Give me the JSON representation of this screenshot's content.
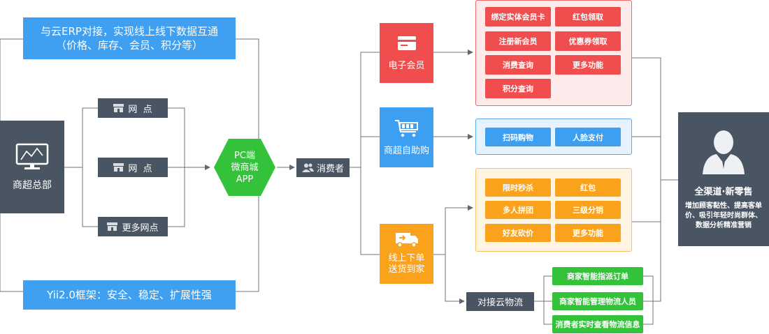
{
  "banners": {
    "erp_line1": "与云ERP对接，实现线上线下数据互通",
    "erp_line2": "（价格、库存、会员、积分等）",
    "yii": "Yii2.0框架：安全、稳定、扩展性强"
  },
  "hq": {
    "label": "商超总部"
  },
  "outlets": [
    "网  点",
    "网  点",
    "更多网点"
  ],
  "hub": {
    "line1": "PC端",
    "line2": "微商城",
    "line3": "APP"
  },
  "consumer": {
    "label": "消费者"
  },
  "channels": {
    "member": "电子会员",
    "selfservice": "商超自助购",
    "delivery_line1": "线上下单",
    "delivery_line2": "送货到家"
  },
  "member_features": [
    "绑定实体会员卡",
    "红包领取",
    "注册新会员",
    "优惠券领取",
    "消费查询",
    "更多功能",
    "积分查询"
  ],
  "self_features": [
    "扫码购物",
    "人脸支付"
  ],
  "delivery_features": [
    "限时秒杀",
    "红包",
    "多人拼团",
    "三级分销",
    "好友砍价",
    "更多功能"
  ],
  "logistics": {
    "label": "对接云物流",
    "items": [
      "商家智能指派订单",
      "商家智能管理物流人员",
      "消费者实时查看物流信息"
    ]
  },
  "result": {
    "title": "全渠道·新零售",
    "desc_line1": "增加顾客黏性、提高客单",
    "desc_line2": "价、吸引年轻时尚群体、",
    "desc_line3": "数据分析精准营销"
  },
  "colors": {
    "blue": "#3f9ff0",
    "navy": "#4a5563",
    "red": "#f04e4e",
    "orange": "#fba21c",
    "green": "#34c23b",
    "lines": "#6b7480"
  }
}
